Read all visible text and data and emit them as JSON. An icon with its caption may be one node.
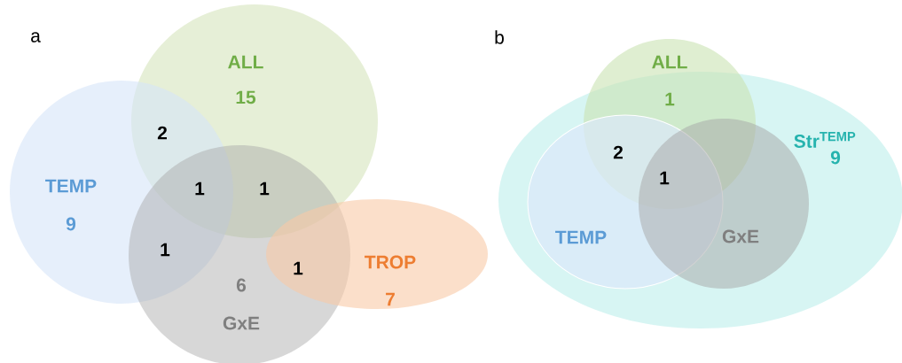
{
  "diagram": {
    "nodes": [
      {
        "text": [
          "ALL",
          "15"
        ]
      },
      {
        "text": [
          "TEMP",
          "9"
        ]
      },
      {
        "text": [
          "6",
          "GxE"
        ]
      },
      {
        "text": [
          "TROP",
          "7"
        ]
      },
      {
        "text": [
          "Str$^{TEMP}$",
          "9"
        ]
      },
      {
        "text": [
          "ALL",
          "1"
        ]
      },
      {
        "text": [
          "TEMP"
        ],
        "in": 4
      },
      {
        "text": [
          "GxE"
        ],
        "in": 4
      }
    ],
    "edges": [],
    "labels": [
      "a",
      "2",
      "1",
      "1",
      "1",
      "1",
      "b",
      "2",
      "1"
    ]
  }
}
